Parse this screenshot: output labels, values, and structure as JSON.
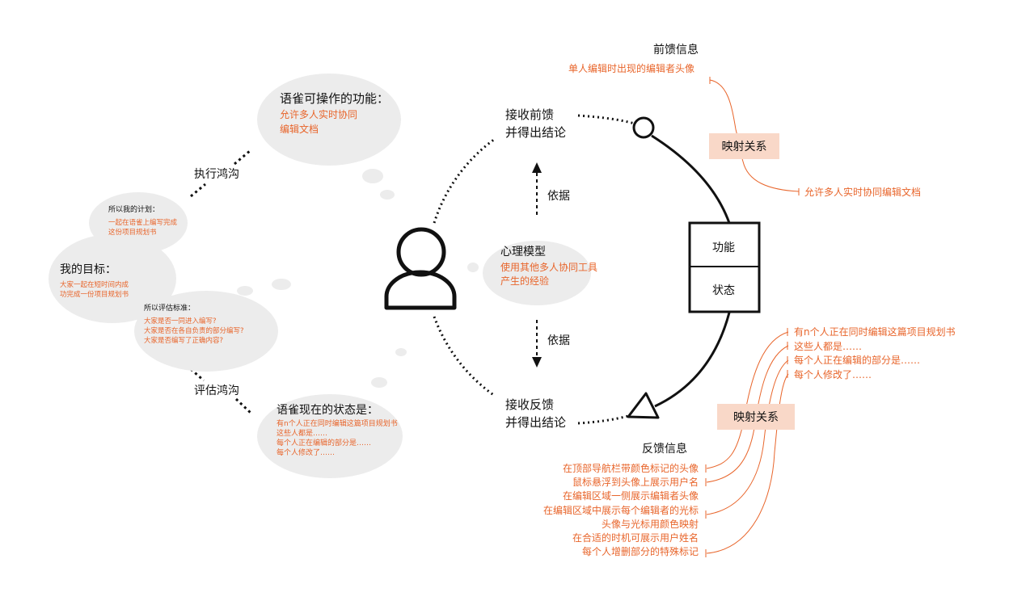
{
  "left": {
    "bubble_top": {
      "title": "语雀可操作的功能：",
      "lines": [
        "允许多人实时协同",
        "编辑文档"
      ]
    },
    "bubble_bottom": {
      "title": "语雀现在的状态是：",
      "lines": [
        "有n个人正在同时编辑这篇项目规划书",
        "这些人都是……",
        "每个人正在编辑的部分是……",
        "每个人修改了……"
      ]
    },
    "goal": {
      "title": "我的目标：",
      "lines": [
        "大家一起在短时间内成",
        "功完成一份项目规划书"
      ]
    },
    "plan": {
      "title": "所以我的计划：",
      "lines": [
        "一起在语雀上编写完成",
        "这份项目规划书"
      ]
    },
    "eval": {
      "title": "所以评估标准：",
      "lines": [
        "大家是否一同进入编写?",
        "大家是否在各自负责的部分编写?",
        "大家是否编写了正确内容?"
      ]
    },
    "gulf_exec": "执行鸿沟",
    "gulf_eval": "评估鸿沟"
  },
  "center": {
    "receive_feedforward": [
      "接收前馈",
      "并得出结论"
    ],
    "receive_feedback": [
      "接收反馈",
      "并得出结论"
    ],
    "basis_up": "依据",
    "basis_down": "依据",
    "mental_model": {
      "title": "心理模型",
      "lines": [
        "使用其他多人协同工具",
        "产生的经验"
      ]
    },
    "box": {
      "top": "功能",
      "bottom": "状态"
    }
  },
  "right": {
    "feedforward_title": "前馈信息",
    "feedforward_item": "单人编辑时出现的编辑者头像",
    "mapping_top": "映射关系",
    "mapping_top_target": "允许多人实时协同编辑文档",
    "state_items": [
      "有n个人正在同时编辑这篇项目规划书",
      "这些人都是……",
      "每个人正在编辑的部分是……",
      "每个人修改了……"
    ],
    "mapping_bottom": "映射关系",
    "feedback_title": "反馈信息",
    "feedback_items": [
      "在顶部导航栏带颜色标记的头像",
      "鼠标悬浮到头像上展示用户名",
      "在编辑区域一侧展示编辑者头像",
      "在编辑区域中展示每个编辑者的光标",
      "头像与光标用颜色映射",
      "在合适的时机可展示用户姓名",
      "每个人增删部分的特殊标记"
    ]
  },
  "colors": {
    "accent": "#e8652b",
    "bubble": "#ececec",
    "mapping_fill": "#f9d8c8"
  }
}
